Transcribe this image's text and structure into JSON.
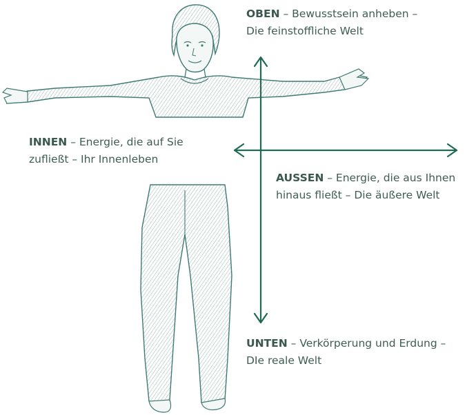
{
  "colors": {
    "arrow": "#1f6a55",
    "text": "#3f5d55",
    "sketch": "#3f7a72",
    "sketch_fill": "#e3eeea"
  },
  "figure": {
    "kind": "hand-drawn sketch of a woman with arms spread"
  },
  "labels": {
    "oben": {
      "key": "OBEN",
      "sep": " – ",
      "line1": "Bewusstsein anheben –",
      "line2": "Die feinstoffliche Welt"
    },
    "innen": {
      "key": "INNEN",
      "sep": " – ",
      "line1": "Energie, die auf Sie",
      "line2": "zufließt – Ihr Innenleben"
    },
    "aussen": {
      "key": "AUSSEN",
      "sep": " – ",
      "line1": "Energie, die aus Ihnen",
      "line2": "hinaus fließt – Die äußere Welt"
    },
    "unten": {
      "key": "UNTEN",
      "sep": " – ",
      "line1": "Verkörperung und Erdung –",
      "line2": "DIe reale Welt"
    }
  }
}
